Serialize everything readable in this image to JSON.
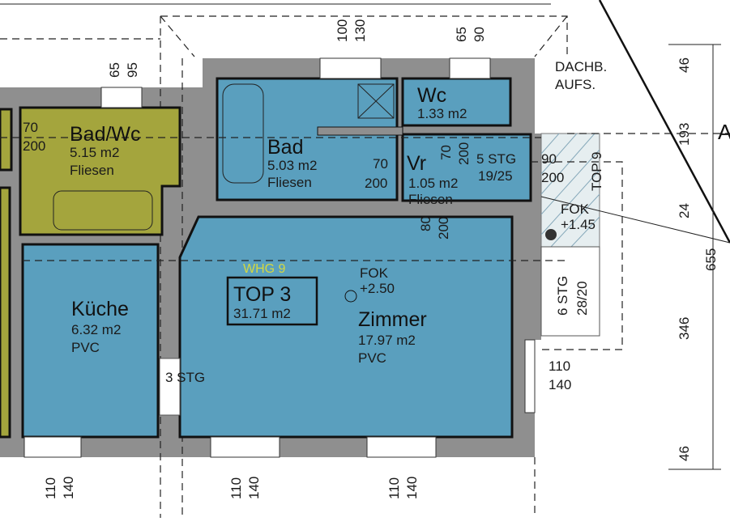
{
  "plan": {
    "apartment_tag": "WHG 9",
    "unit": {
      "name": "TOP 3",
      "area": "31.71 m2"
    },
    "rooms": [
      {
        "name": "Bad/Wc",
        "area": "5.15 m2",
        "floor": "Fliesen"
      },
      {
        "name": "Bad",
        "area": "5.03 m2",
        "floor": "Fliesen"
      },
      {
        "name": "Wc",
        "area": "1.33 m2"
      },
      {
        "name": "Vr",
        "area": "1.05 m2",
        "floor": "Fliesen"
      },
      {
        "name": "Küche",
        "area": "6.32 m2",
        "floor": "PVC"
      },
      {
        "name": "Zimmer",
        "area": "17.97 m2",
        "floor": "PVC"
      }
    ],
    "levels": [
      {
        "label": "FOK",
        "value": "+2.50"
      },
      {
        "label": "FOK",
        "value": "+1.45"
      }
    ],
    "stairs": [
      {
        "steps": "5 STG",
        "ratio": "19/25"
      },
      {
        "steps": "6 STG",
        "ratio": "28/20"
      },
      {
        "steps": "3 STG"
      }
    ],
    "annotations": {
      "roof_hatch_1": "DACHB.",
      "roof_hatch_2": "AUFS.",
      "top9": "TOP 9",
      "axis_mark": "A"
    },
    "openings": {
      "door_badwc": [
        "70",
        "200"
      ],
      "door_bad": [
        "70",
        "200"
      ],
      "door_vr": [
        "70",
        "200"
      ],
      "door_zimmer": [
        "80",
        "200"
      ],
      "door_top9": [
        "90",
        "200"
      ],
      "win_badwc": [
        "65",
        "95"
      ],
      "win_bad": [
        "100",
        "130"
      ],
      "win_wc": [
        "65",
        "90"
      ],
      "win_right": [
        "110",
        "140"
      ],
      "win_kueche": [
        "110",
        "140"
      ],
      "win_zimmer1": [
        "110",
        "140"
      ],
      "win_zimmer2": [
        "110",
        "140"
      ]
    },
    "dimensions": [
      "46",
      "193",
      "24",
      "346",
      "46",
      "655"
    ]
  }
}
